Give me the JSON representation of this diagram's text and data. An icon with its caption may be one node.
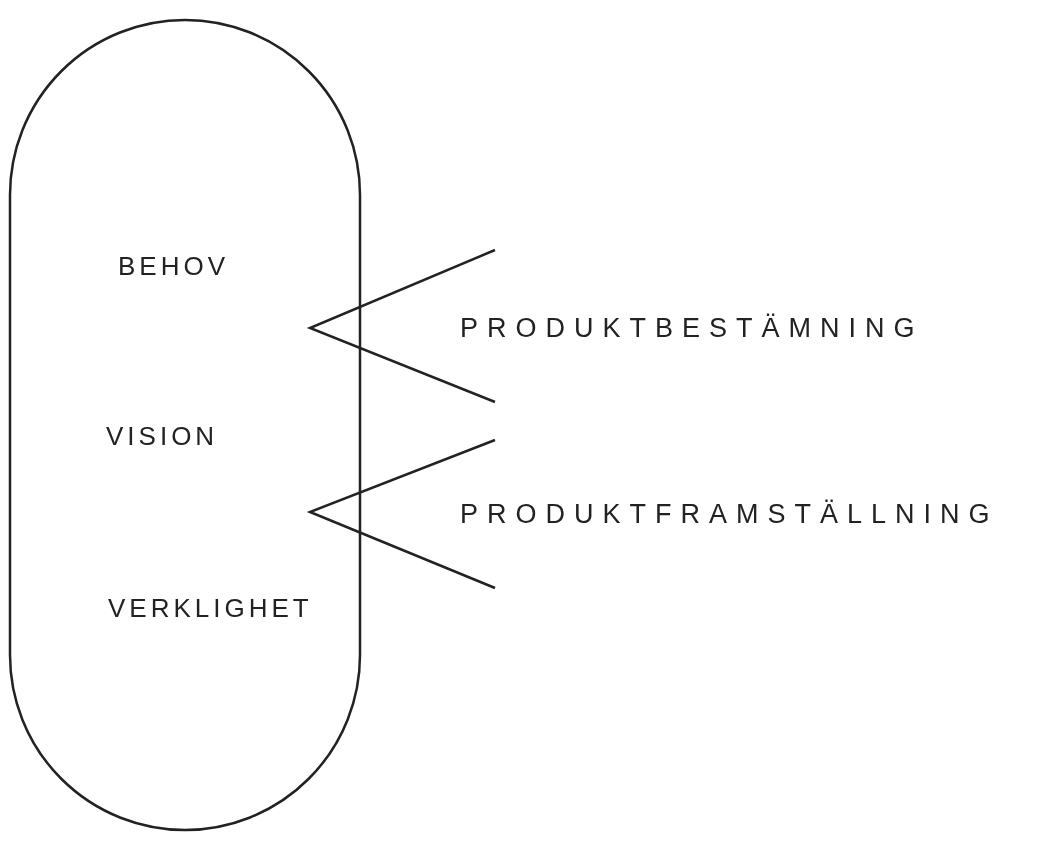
{
  "diagram": {
    "nodes": [
      {
        "text": [
          "BEHOV",
          "VISION",
          "VERKLIGHET"
        ]
      }
    ],
    "labels": [
      "PRODUKTBESTÄMNING",
      "PRODUKTFRAMSTÄLLNING"
    ]
  }
}
